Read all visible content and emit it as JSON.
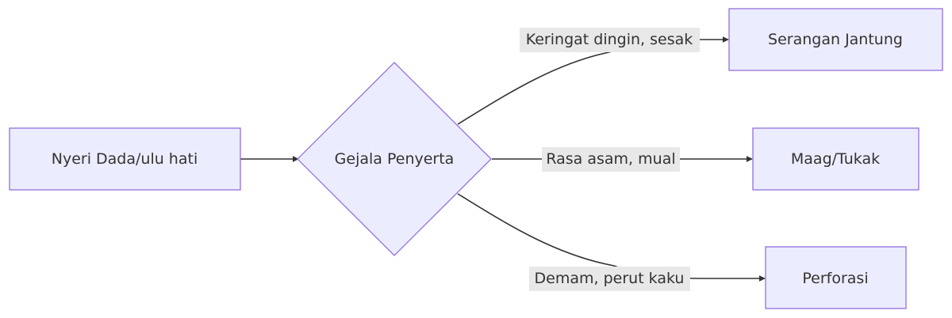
{
  "diagram": {
    "type": "flowchart",
    "nodes": {
      "start": {
        "label": "Nyeri Dada/ulu hati",
        "shape": "rectangle"
      },
      "decision": {
        "label": "Gejala Penyerta",
        "shape": "diamond"
      },
      "heart": {
        "label": "Serangan Jantung",
        "shape": "rectangle"
      },
      "ulcer": {
        "label": "Maag/Tukak",
        "shape": "rectangle"
      },
      "perforation": {
        "label": "Perforasi",
        "shape": "rectangle"
      }
    },
    "edges": {
      "start_to_decision": {
        "from": "start",
        "to": "decision",
        "label": ""
      },
      "decision_to_heart": {
        "from": "decision",
        "to": "heart",
        "label": "Keringat dingin, sesak"
      },
      "decision_to_ulcer": {
        "from": "decision",
        "to": "ulcer",
        "label": "Rasa asam, mual"
      },
      "decision_to_perforation": {
        "from": "decision",
        "to": "perforation",
        "label": "Demam, perut kaku"
      }
    },
    "colors": {
      "node_fill": "#ECECFF",
      "node_stroke": "#9370DB",
      "edge": "#333333",
      "label_background": "#E8E8E8",
      "text": "#333333"
    }
  }
}
